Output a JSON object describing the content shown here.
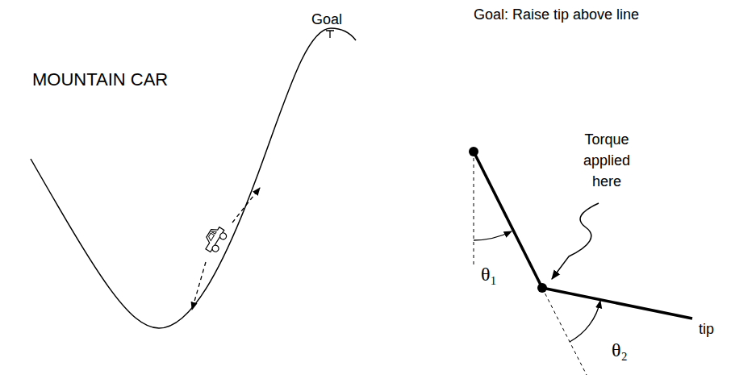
{
  "diagram": {
    "labels": [
      "Goal: Raise tip above line",
      "MOUNTAIN CAR",
      "Goal",
      "Torque applied here",
      "θ₁",
      "θ₂",
      "tip"
    ]
  }
}
